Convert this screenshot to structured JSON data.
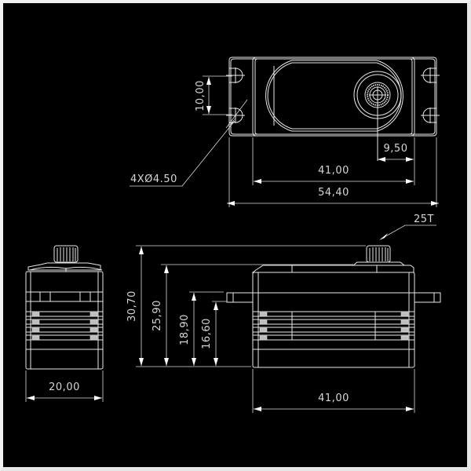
{
  "drawing": {
    "subject": "servo",
    "colors": {
      "background": "#000000",
      "lines": "#e8e8e8",
      "text": "#d6d6d6",
      "frame": "#f2f2f2"
    },
    "top_view": {
      "hole_spacing": "10,00",
      "hole_callout": "4XØ4.50",
      "shaft_offset": "9,50",
      "body_length": "41,00",
      "overall_length": "54,40"
    },
    "side_view": {
      "width": "20,00"
    },
    "front_view": {
      "spline_callout": "25T",
      "total_height": "30,70",
      "body_height": "25,90",
      "mount_top_height": "18,90",
      "mount_bottom_height": "16,60",
      "body_length": "41,00"
    }
  }
}
